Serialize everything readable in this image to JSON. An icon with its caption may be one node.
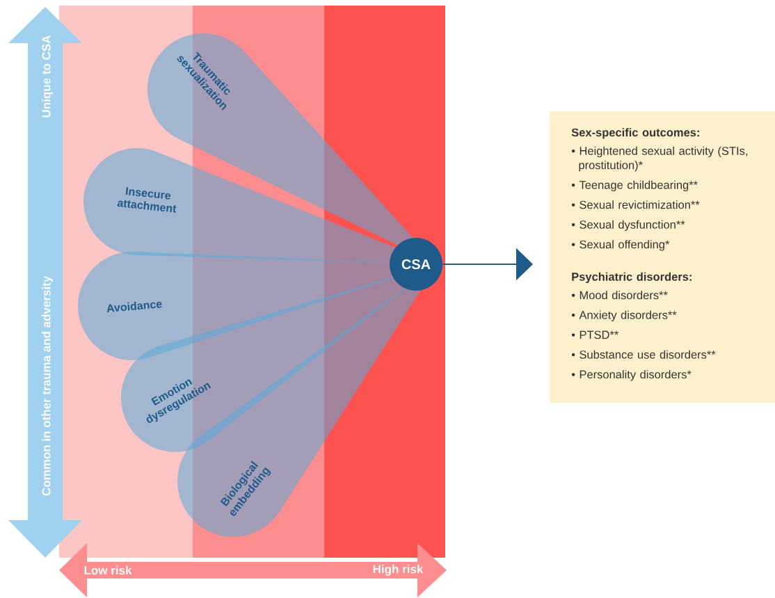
{
  "diagram": {
    "nodes": [
      {
        "text": [
          "Traumatic sexualization"
        ]
      },
      {
        "text": [
          "Insecure attachment"
        ]
      },
      {
        "text": [
          "Avoidance"
        ]
      },
      {
        "text": [
          "Emotion dysregulation"
        ]
      },
      {
        "text": [
          "Biological embedding"
        ]
      },
      {
        "text": [
          "CSA"
        ]
      },
      {
        "text": [
          "Sex-specific outcomes:",
          "• Heightened sexual activity (STIs, prostitution)*",
          "• Teenage childbearing**",
          "• Sexual revictimization**",
          "• Sexual dysfunction**",
          "• Sexual offending*",
          "Psychiatric disorders:",
          "• Mood disorders**",
          "• Anxiety disorders**",
          "• PTSD**",
          "• Substance use disorders**",
          "• Personality disorders*"
        ]
      }
    ],
    "edges": [
      {
        "from": 5,
        "to": 6,
        "arrow": "to"
      }
    ],
    "labels": [
      "Unique to CSA",
      "Common in other trauma and adversity",
      "Low risk",
      "High risk"
    ]
  }
}
